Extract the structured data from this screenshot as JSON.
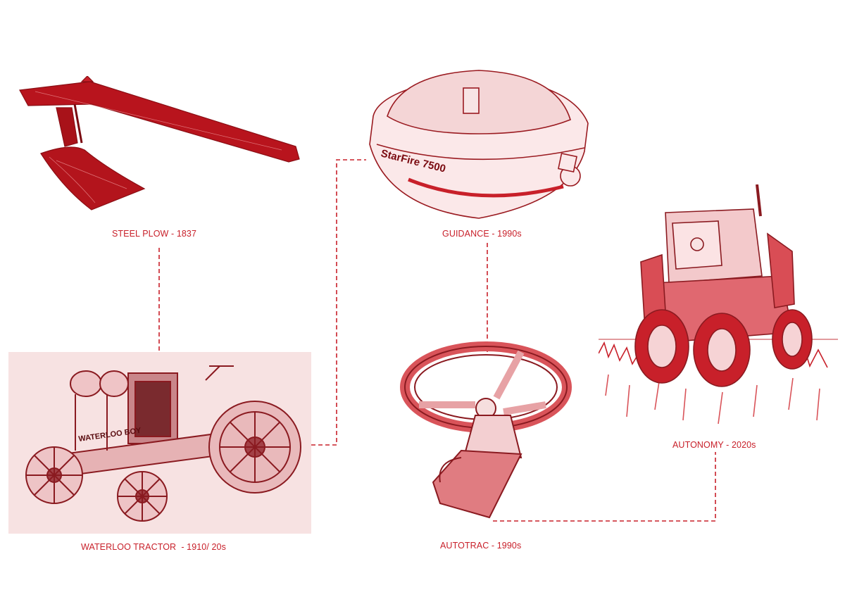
{
  "colors": {
    "accent": "#c8202a",
    "panel": "#f7e2e2",
    "background": "#ffffff"
  },
  "nodes": {
    "steel_plow": {
      "label": "STEEL PLOW - 1837",
      "icon": "steel-plow-icon"
    },
    "waterloo_tractor": {
      "label": "WATERLOO TRACTOR  - 1910/ 20s",
      "icon": "waterloo-tractor-icon",
      "badge": "WATERLOO BOY"
    },
    "guidance": {
      "label": "GUIDANCE - 1990s",
      "icon": "gps-receiver-icon",
      "badge": "StarFire 7500"
    },
    "autotrac": {
      "label": "AUTOTRAC - 1990s",
      "icon": "steering-wheel-icon"
    },
    "autonomy": {
      "label": "AUTONOMY - 2020s",
      "icon": "autonomous-tractor-icon"
    }
  }
}
